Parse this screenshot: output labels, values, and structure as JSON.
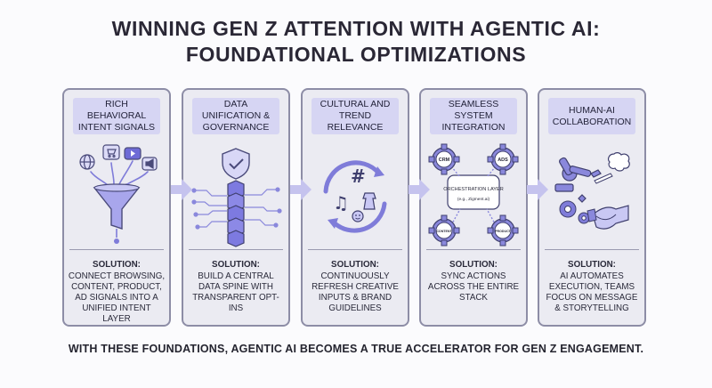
{
  "title": {
    "line1": "WINNING GEN Z ATTENTION WITH AGENTIC AI:",
    "line2": "FOUNDATIONAL OPTIMIZATIONS"
  },
  "colors": {
    "panel_fill": "#ebebf2",
    "panel_border": "#8d8da6",
    "header_fill": "#d6d5f3",
    "accent": "#6e6bd6",
    "arrow": "#c5c3ee"
  },
  "panels": [
    {
      "heading": "RICH BEHAVIORAL INTENT SIGNALS",
      "icon": "funnel-icon",
      "solution_label": "SOLUTION:",
      "solution_text": "CONNECT BROWSING, CONTENT, PRODUCT, AD SIGNALS INTO A UNIFIED INTENT LAYER"
    },
    {
      "heading": "DATA UNIFICATION & GOVERNANCE",
      "icon": "shield-data-spine-icon",
      "solution_label": "SOLUTION:",
      "solution_text": "BUILD A CENTRAL DATA SPINE WITH TRANSPARENT OPT-INS"
    },
    {
      "heading": "CULTURAL AND TREND RELEVANCE",
      "icon": "trend-cycle-icon",
      "solution_label": "SOLUTION:",
      "solution_text": "CONTINUOUSLY REFRESH CREATIVE INPUTS & BRAND GUIDELINES"
    },
    {
      "heading": "SEAMLESS SYSTEM INTEGRATION",
      "icon": "orchestration-gears-icon",
      "solution_label": "SOLUTION:",
      "solution_text": "SYNC ACTIONS ACROSS THE ENTIRE STACK",
      "diagram": {
        "center_title": "ORCHESTRATION LAYER",
        "center_sub": "(e.g., Zigment.ai)",
        "gears": [
          "CRM",
          "ADS",
          "CONTENT",
          "PRODUCT"
        ]
      }
    },
    {
      "heading": "HUMAN-AI COLLABORATION",
      "icon": "robot-handshake-icon",
      "solution_label": "SOLUTION:",
      "solution_text": "AI AUTOMATES EXECUTION, TEAMS FOCUS ON MESSAGE & STORYTELLING"
    }
  ],
  "footer": "WITH THESE FOUNDATIONS, AGENTIC AI BECOMES A TRUE ACCELERATOR FOR GEN Z ENGAGEMENT."
}
